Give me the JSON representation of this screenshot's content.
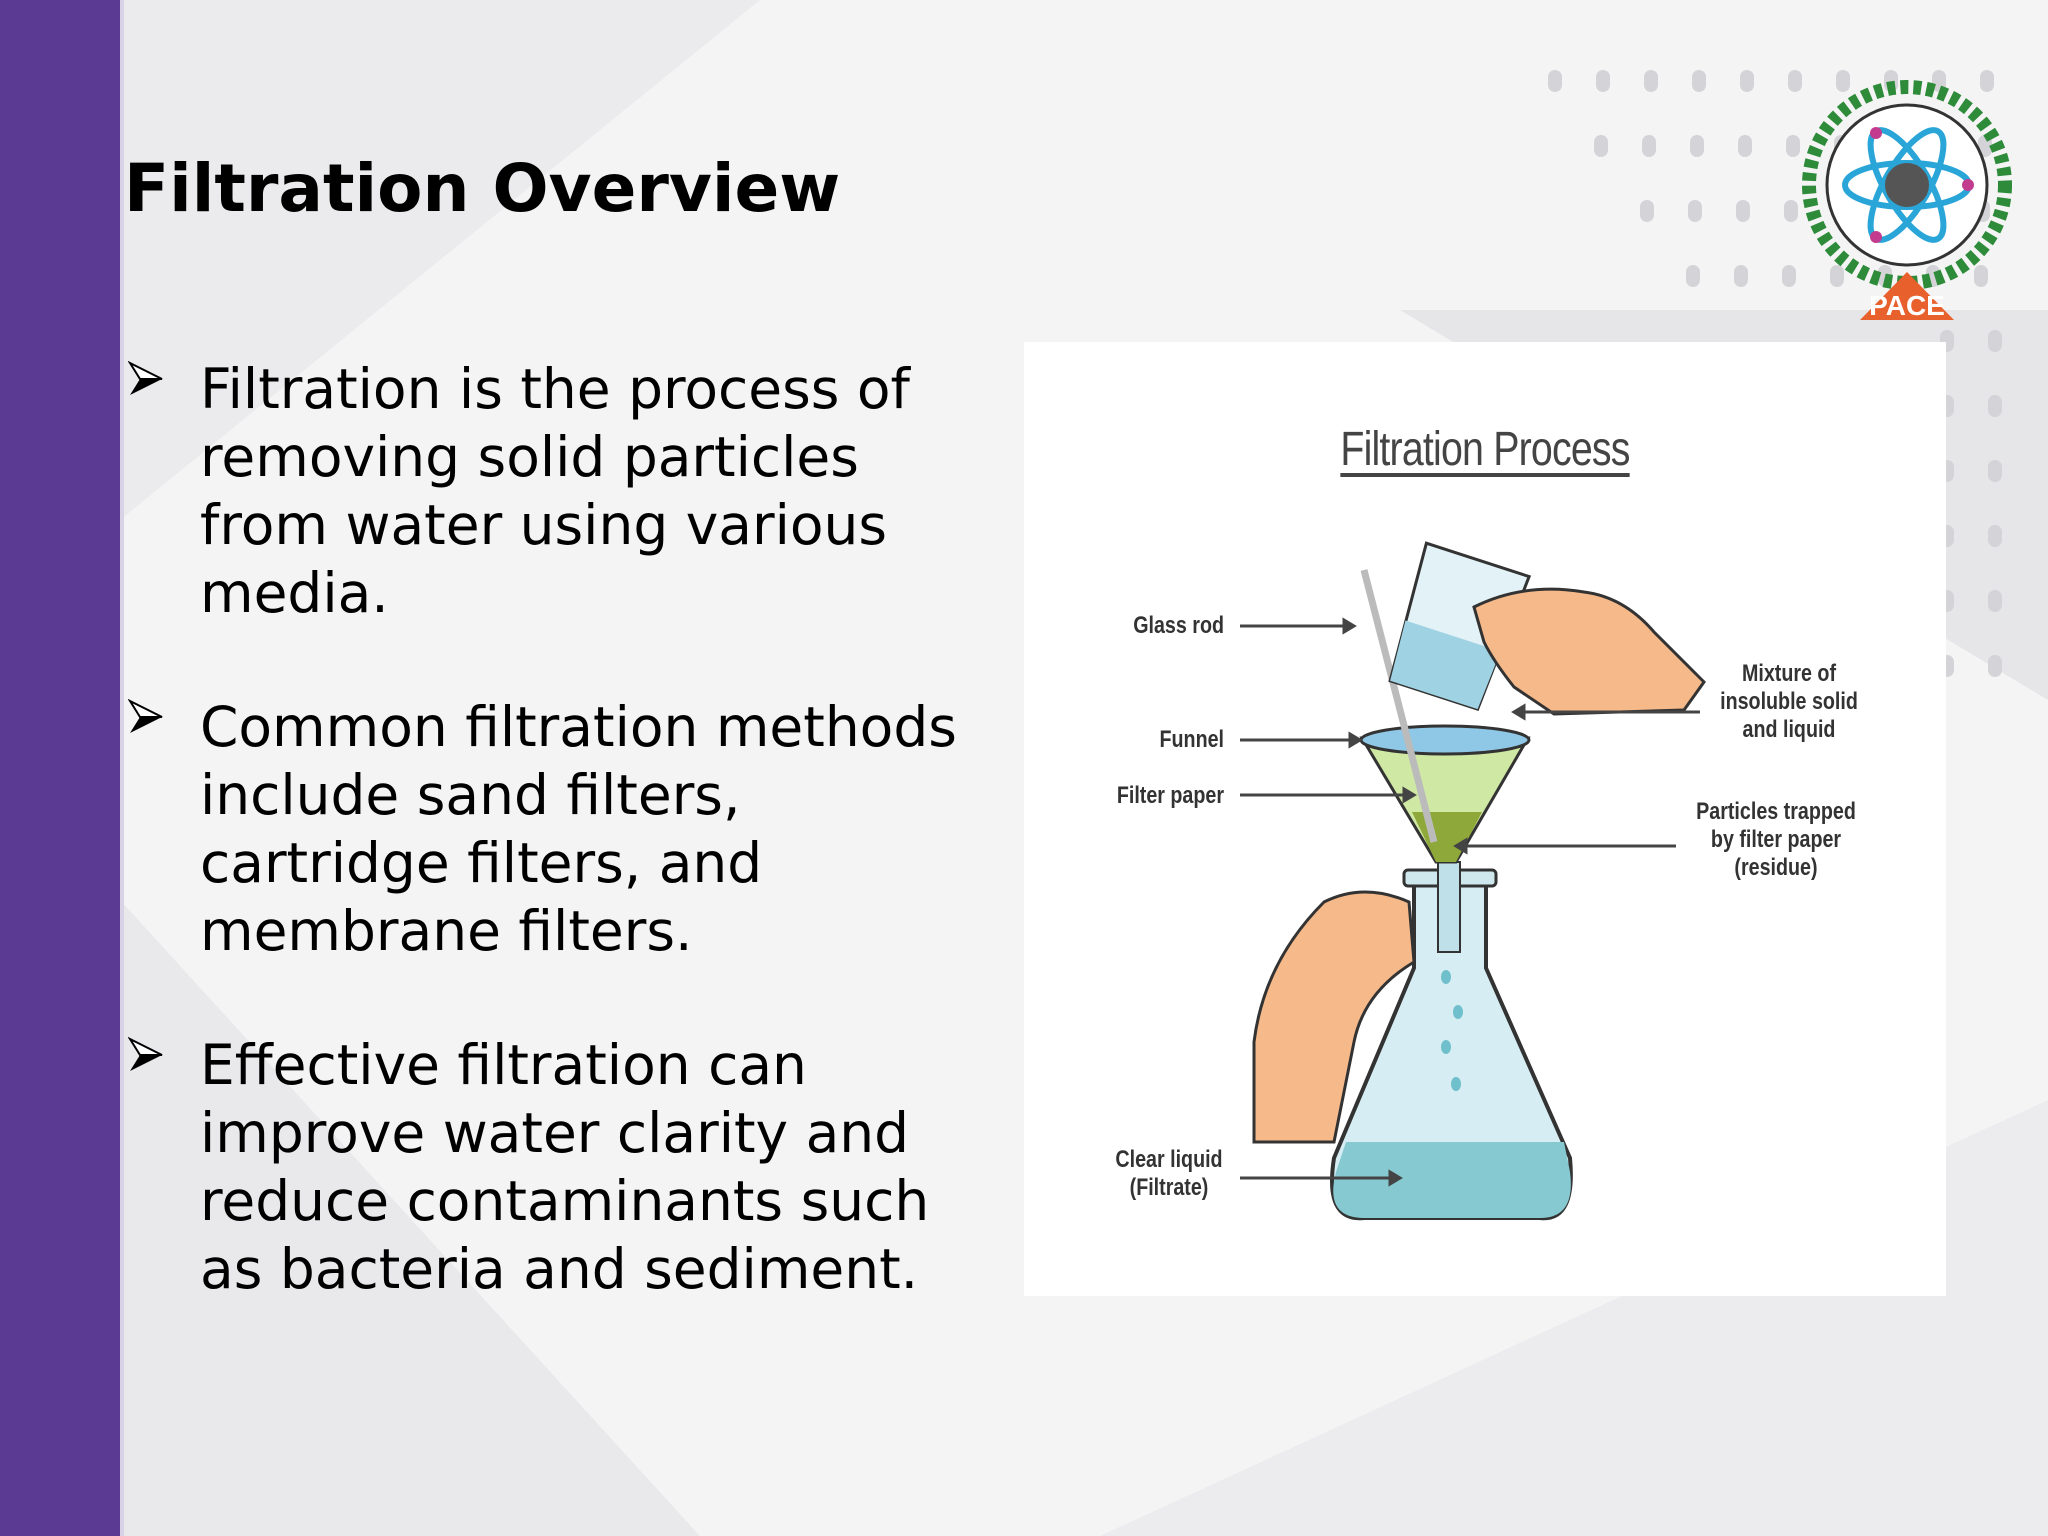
{
  "slide": {
    "title": "Filtration Overview",
    "bullets": [
      "Filtration is the process of removing solid particles from water using various media.",
      "Common filtration methods include sand filters, cartridge filters, and membrane filters.",
      "Effective filtration can improve water clarity and reduce contaminants such as bacteria and sediment."
    ],
    "bullet_icon": "arrowhead-bullet-icon"
  },
  "figure": {
    "title": "Filtration Process",
    "labels": {
      "glass_rod": "Glass rod",
      "funnel": "Funnel",
      "filter_paper": "Filter paper",
      "mixture": "Mixture of insoluble solid and liquid",
      "particles": "Particles trapped by filter paper (residue)",
      "clear_liquid": "Clear liquid (Filtrate)"
    }
  },
  "logo": {
    "text": "PACE"
  },
  "colors": {
    "sidebar": "#5a3a92",
    "logo_orange": "#e8602c",
    "logo_green": "#2e8b3a"
  }
}
